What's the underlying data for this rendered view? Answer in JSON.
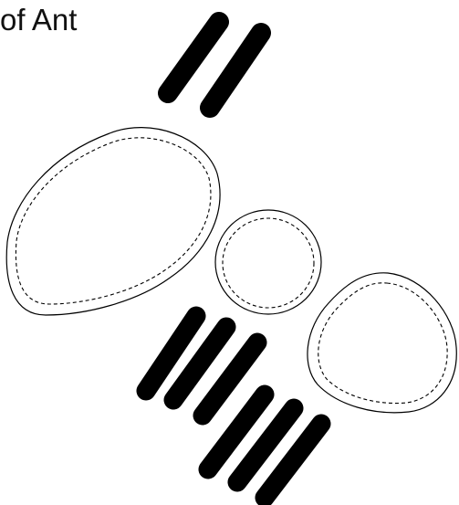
{
  "title": "of Ant",
  "colors": {
    "ink": "#000000",
    "background": "#ffffff"
  },
  "parts": {
    "antennae": {
      "count": 2
    },
    "head": {
      "outline": "solid",
      "inner_outline": "dashed"
    },
    "thorax": {
      "outline": "solid",
      "inner_outline": "dashed"
    },
    "abdomen": {
      "outline": "solid",
      "inner_outline": "dashed"
    },
    "legs": {
      "count": 6
    }
  }
}
